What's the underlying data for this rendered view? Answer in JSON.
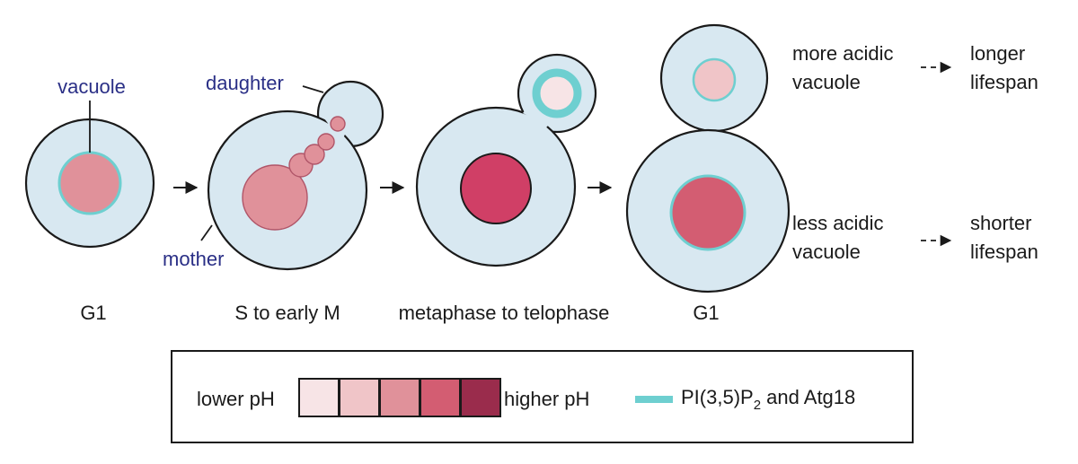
{
  "labels": {
    "vacuole": "vacuole",
    "daughter": "daughter",
    "mother": "mother"
  },
  "stages": [
    "G1",
    "S to early M",
    "metaphase to telophase",
    "G1"
  ],
  "outcomes": {
    "top_condition_line1": "more acidic",
    "top_condition_line2": "vacuole",
    "top_result_line1": "longer",
    "top_result_line2": "lifespan",
    "bottom_condition_line1": "less acidic",
    "bottom_condition_line2": "vacuole",
    "bottom_result_line1": "shorter",
    "bottom_result_line2": "lifespan"
  },
  "legend": {
    "lower_ph": "lower pH",
    "higher_ph": "higher pH",
    "ph_scale_colors": [
      "#f7e4e6",
      "#f0c5c8",
      "#e0919a",
      "#d35d72",
      "#9a2c4c"
    ],
    "marker_prefix": "PI(3,5)P",
    "marker_subscript": "2",
    "marker_suffix": " and Atg18",
    "marker_color": "#6ecfd0"
  },
  "colors": {
    "cell_fill": "#d8e8f1",
    "text_blue": "#2a2f86"
  }
}
